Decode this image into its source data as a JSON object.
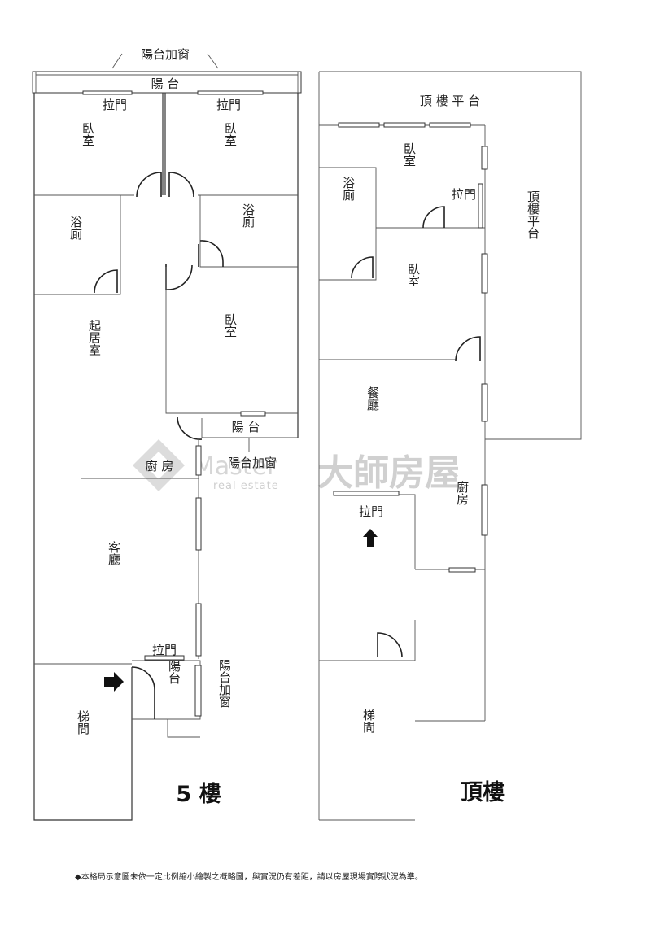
{
  "floor5": {
    "title": "5 樓",
    "labels": {
      "balcony_window_top": "陽台加窗",
      "balcony_top": "陽 台",
      "sliding_door_left": "拉門",
      "sliding_door_right": "拉門",
      "bedroom_1": "臥室",
      "bedroom_2": "臥室",
      "bath_1": "浴廁",
      "bath_2": "浴廁",
      "living": "起居室",
      "bedroom_3": "臥室",
      "balcony_mid": "陽 台",
      "balcony_window_mid": "陽台加窗",
      "kitchen": "廚 房",
      "lounge": "客廳",
      "sliding_door_bottom": "拉門",
      "balcony_bottom": "陽台",
      "balcony_window_bottom": "陽台加窗",
      "stairs": "梯間"
    }
  },
  "roof": {
    "title": "頂樓",
    "labels": {
      "roof_terrace_top": "頂 樓 平 台",
      "bedroom_1": "臥室",
      "bath": "浴廁",
      "sliding_door_top": "拉門",
      "roof_terrace_right": "頂樓平台",
      "bedroom_2": "臥室",
      "dining": "餐廳",
      "kitchen": "廚房",
      "sliding_door_mid": "拉門",
      "stairs": "梯間"
    }
  },
  "watermark": {
    "brand_cn": "大師房屋",
    "brand_en": "Master",
    "brand_sub": "real estate"
  },
  "footnote": "◆本格局示意圖未依一定比例縮小繪製之概略圖，與實況仍有差距，請以房屋現場實際狀況為準。"
}
